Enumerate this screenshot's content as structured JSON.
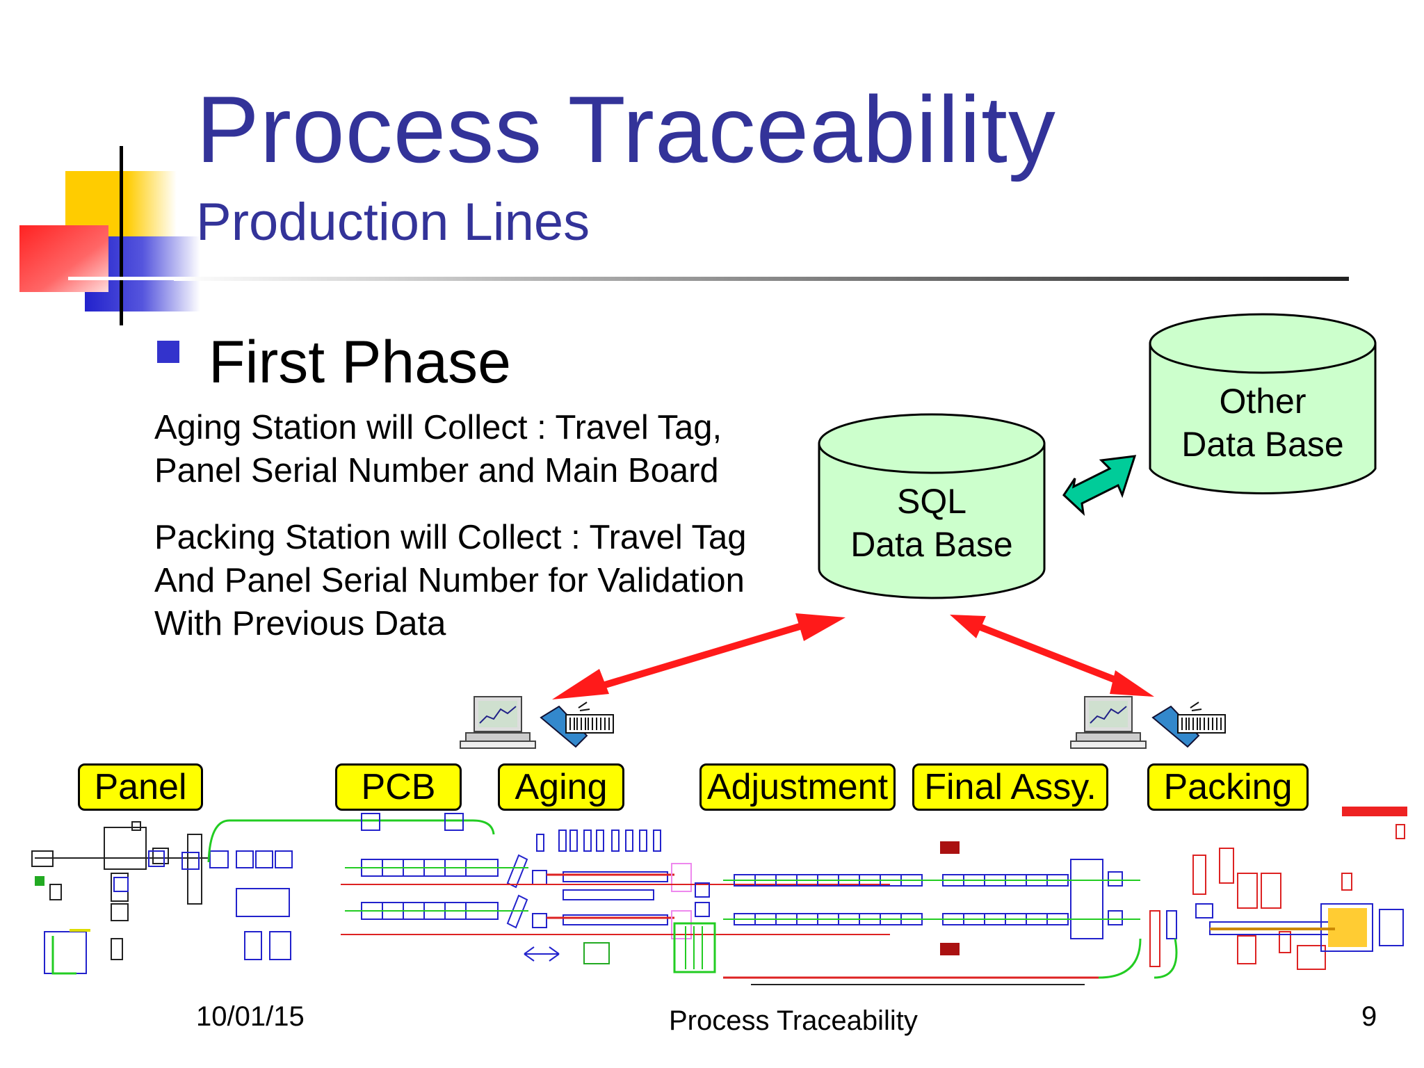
{
  "slide": {
    "title": "Process Traceability",
    "subtitle": "Production Lines",
    "heading": "First Phase",
    "paragraph1": [
      "Aging Station will Collect : Travel Tag,",
      "Panel Serial Number and Main Board"
    ],
    "paragraph2": [
      "Packing Station will Collect : Travel Tag",
      "And Panel Serial Number for Validation",
      "With Previous Data"
    ]
  },
  "databases": {
    "sql": [
      "SQL",
      "Data Base"
    ],
    "other": [
      "Other",
      "Data Base"
    ]
  },
  "stages": [
    "Panel",
    "PCB",
    "Aging",
    "Adjustment",
    "Final Assy.",
    "Packing"
  ],
  "footer": {
    "date": "10/01/15",
    "title": "Process Traceability",
    "page": "9"
  },
  "colors": {
    "title": "#333399",
    "database_fill": "#ccffcc",
    "stage_fill": "#ffff00",
    "red_arrow": "#ff1a1a",
    "teal_arrow": "#00cc99",
    "line_blue": "#2222cc",
    "line_green": "#22cc22",
    "line_red": "#dd2222"
  }
}
